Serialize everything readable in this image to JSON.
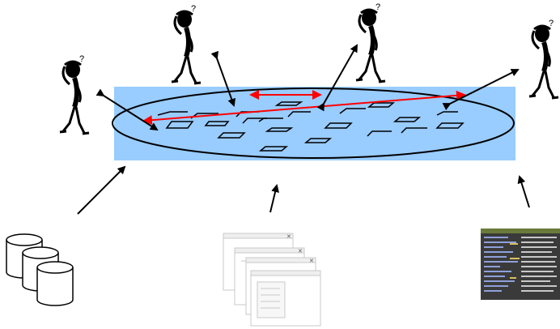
{
  "figures": [
    {
      "id": "left"
    },
    {
      "id": "top-left"
    },
    {
      "id": "top-center"
    },
    {
      "id": "right"
    }
  ],
  "question_mark": "?",
  "sources": [
    {
      "icon": "database-icon"
    },
    {
      "icon": "window-stack-icon"
    },
    {
      "icon": "terminal-screenshot-icon"
    }
  ],
  "colors": {
    "panel": "#99ccff",
    "arrow_black": "#000000",
    "arrow_red": "#ff0000",
    "figure": "#000000"
  }
}
